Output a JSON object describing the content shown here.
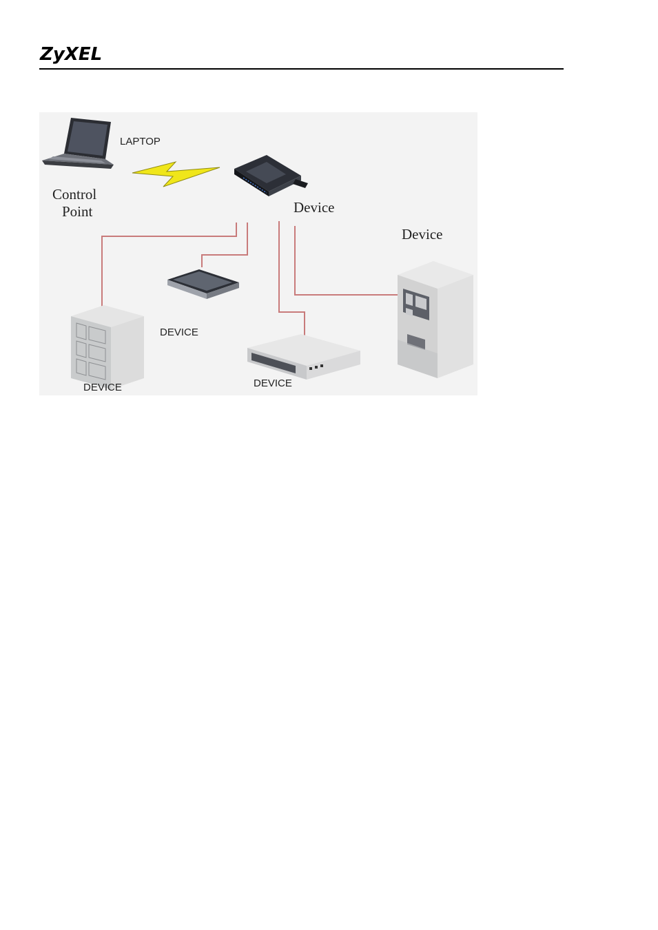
{
  "header": {
    "logo_text": "ZyXEL"
  },
  "figure": {
    "labels": {
      "laptop": "LAPTOP",
      "control_point_line1": "Control",
      "control_point_line2": "Point",
      "router_device": "Device",
      "tower_device": "Device",
      "scanner_device": "DEVICE",
      "cabinet_device": "DEVICE",
      "switch_device": "DEVICE"
    },
    "colors": {
      "background": "#f3f3f3",
      "cable": "#c87a7a",
      "lightning": "#f0e61a"
    }
  }
}
